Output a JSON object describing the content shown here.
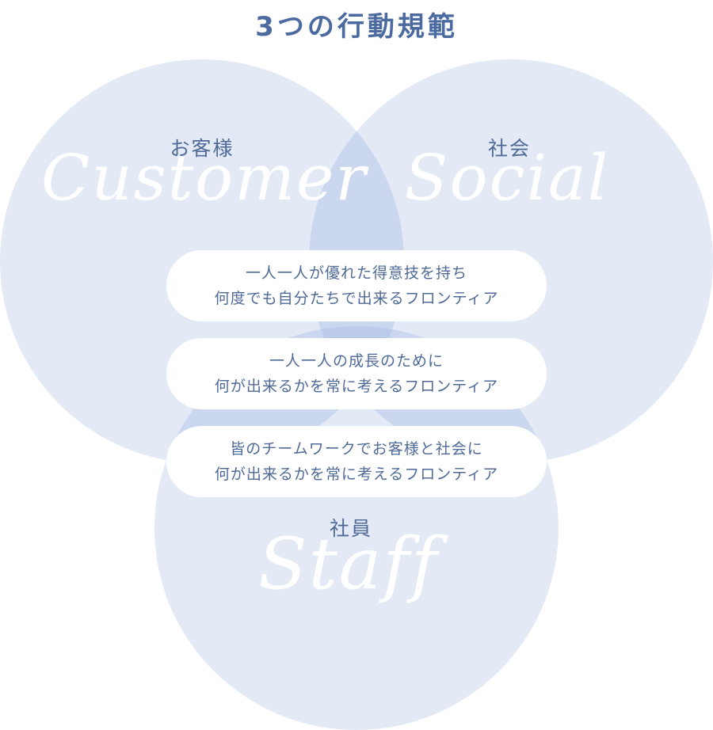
{
  "title": "3つの行動規範",
  "circles": {
    "customer": {
      "label": "お客様",
      "script": "Customer"
    },
    "social": {
      "label": "社会",
      "script": "Social"
    },
    "staff": {
      "label": "社員",
      "script": "Staff"
    }
  },
  "statements": [
    {
      "line1": "一人一人が優れた得意技を持ち",
      "line2": "何度でも自分たちで出来るフロンティア"
    },
    {
      "line1": "一人一人の成長のために",
      "line2": "何が出来るかを常に考えるフロンティア"
    },
    {
      "line1": "皆のチームワークでお客様と社会に",
      "line2": "何が出来るかを常に考えるフロンティア"
    }
  ],
  "colors": {
    "circle_fill": "#e3eaf6",
    "overlap_fill": "#c9d6ef",
    "text": "#4f6a97",
    "title": "#4a6aa0"
  }
}
